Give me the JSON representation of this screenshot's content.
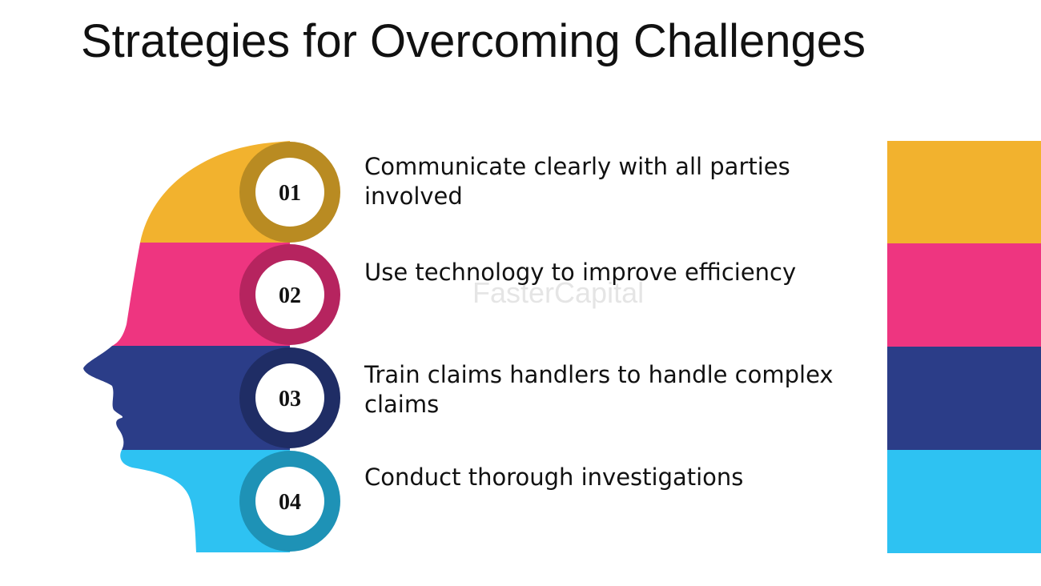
{
  "title": "Strategies for Overcoming Challenges",
  "watermark": "FasterCapital",
  "items": [
    {
      "number": "01",
      "text": "Communicate clearly with all parties involved",
      "color": "#F2B22E",
      "ring": "#B98B22"
    },
    {
      "number": "02",
      "text": "Use technology to improve efficiency",
      "color": "#EE3580",
      "ring": "#B6245F"
    },
    {
      "number": "03",
      "text": "Train claims handlers to handle complex claims",
      "color": "#2B3D88",
      "ring": "#1F2D65"
    },
    {
      "number": "04",
      "text": "Conduct thorough investigations",
      "color": "#2EC2F2",
      "ring": "#1E92B6"
    }
  ]
}
